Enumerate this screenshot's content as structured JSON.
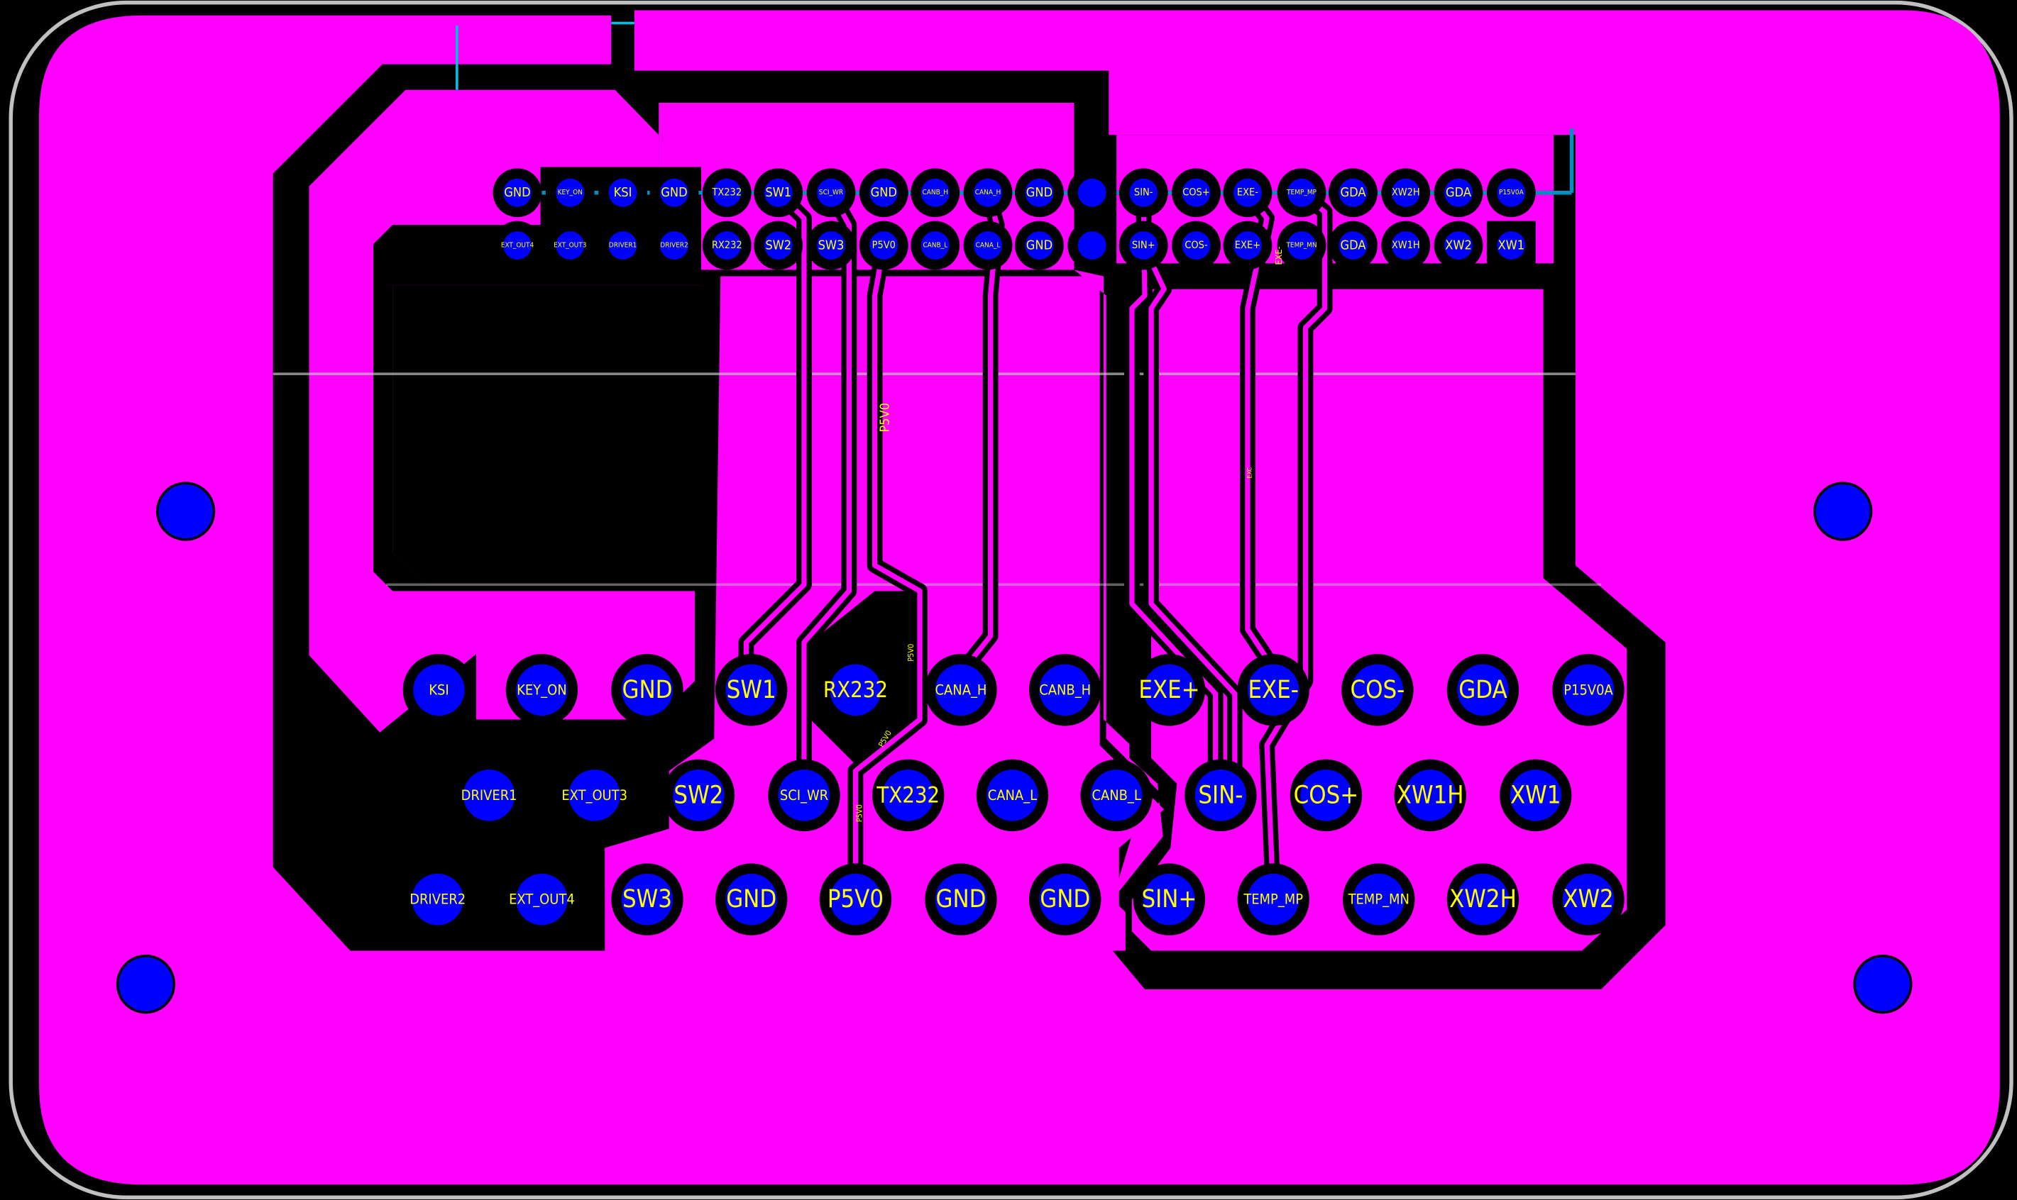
{
  "colors": {
    "board": "#ff00ff",
    "clearance": "#000000",
    "pad": "#0000ff",
    "label": "#ffff00",
    "track": "#0090c0",
    "outline": "#c0c0c0"
  },
  "header": {
    "top_row": [
      "GND",
      "KEY_ON",
      "KSI",
      "GND",
      "TX232",
      "SW1",
      "SCI_WR",
      "GND",
      "CANB_H",
      "CANA_H",
      "GND",
      "",
      "SIN-",
      "COS+",
      "EXE-",
      "TEMP_MP",
      "GDA",
      "XW2H",
      "GDA",
      "P15V0A"
    ],
    "bottom_row": [
      "EXT_OUT4",
      "EXT_OUT3",
      "DRIVER1",
      "DRIVER2",
      "RX232",
      "SW2",
      "SW3",
      "P5V0",
      "CANB_L",
      "CANA_L",
      "GND",
      "",
      "SIN+",
      "COS-",
      "EXE+",
      "TEMP_MN",
      "GDA",
      "XW1H",
      "XW2",
      "XW1"
    ]
  },
  "connector": {
    "row1": [
      "KSI",
      "KEY_ON",
      "GND",
      "SW1",
      "RX232",
      "CANA_H",
      "CANB_H",
      "EXE+",
      "EXE-",
      "COS-",
      "GDA",
      "P15V0A"
    ],
    "row2": [
      "DRIVER1",
      "EXT_OUT3",
      "SW2",
      "SCI_WR",
      "TX232",
      "CANA_L",
      "CANB_L",
      "SIN-",
      "COS+",
      "XW1H",
      "XW1"
    ],
    "row3": [
      "DRIVER2",
      "EXT_OUT4",
      "SW3",
      "GND",
      "P5V0",
      "GND",
      "GND",
      "SIN+",
      "TEMP_MP",
      "TEMP_MN",
      "XW2H",
      "XW2"
    ]
  },
  "net_labels": {
    "p5v0_trace": "P5V0",
    "p5v0_small_1": "P5V0",
    "p5v0_small_2": "P5V0",
    "p5v0_small_3": "P5V0",
    "exe_trace": "EXE-",
    "exc_small": "EXC"
  }
}
